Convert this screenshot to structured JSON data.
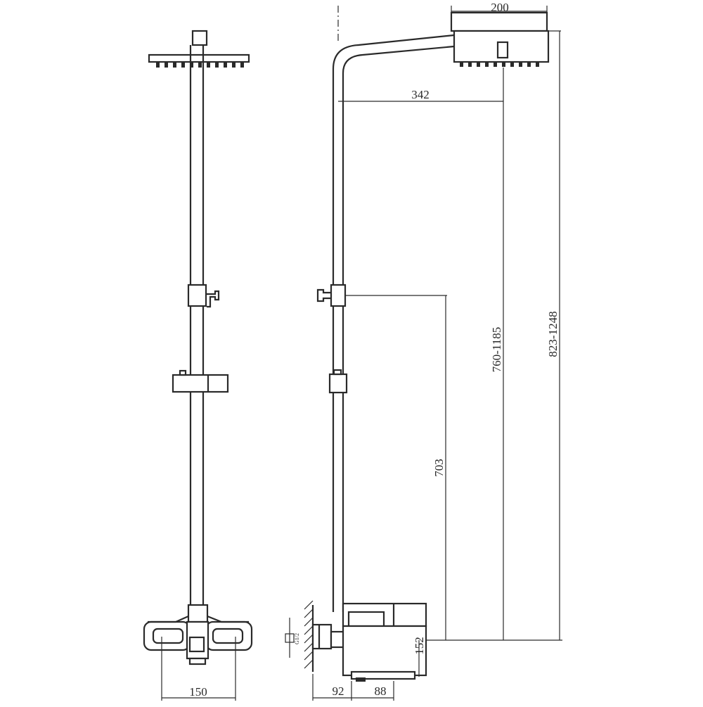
{
  "dimensions": {
    "shower_head_width": "200",
    "arm_reach": "342",
    "holder_height": "703",
    "head_height_range": "760-1185",
    "total_height_range": "823-1248",
    "mixer_height": "152",
    "mixer_center_spacing": "150",
    "wall_to_spout": "92",
    "spout_length": "88",
    "thread_spec": "G1/2"
  },
  "colors": {
    "line": "#2a2a2a",
    "background": "#ffffff"
  }
}
